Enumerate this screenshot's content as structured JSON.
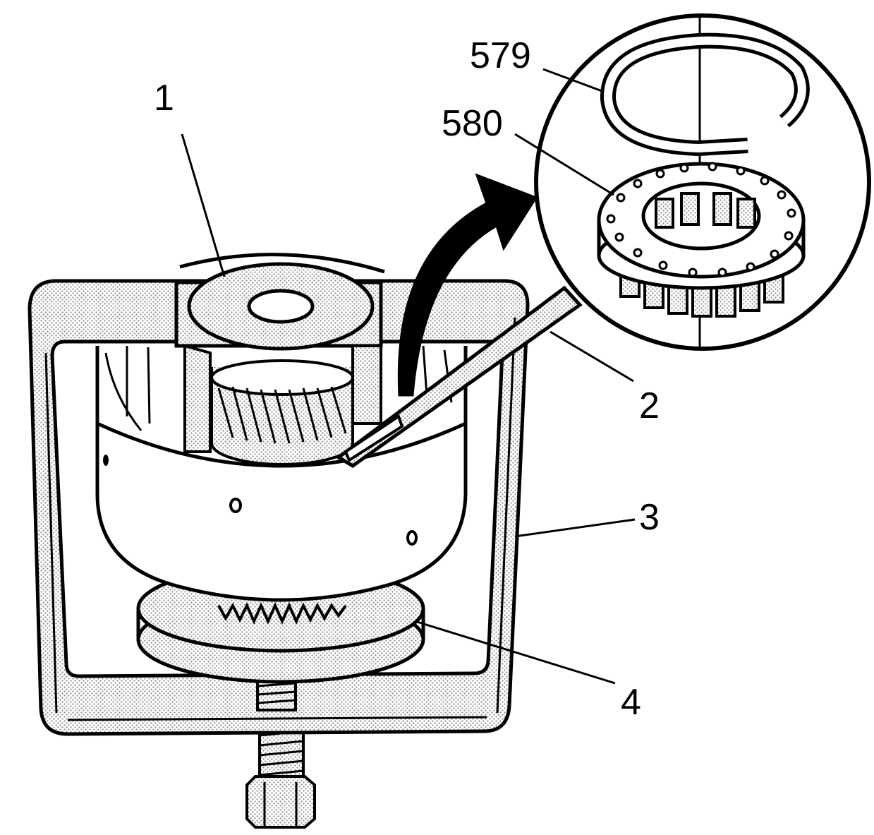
{
  "callouts": {
    "c1": "1",
    "c2": "2",
    "c3": "3",
    "c4": "4",
    "c579": "579",
    "c580": "580"
  },
  "colors": {
    "ink": "#000000",
    "paper": "#ffffff",
    "hatch": "#9a9a9a"
  }
}
